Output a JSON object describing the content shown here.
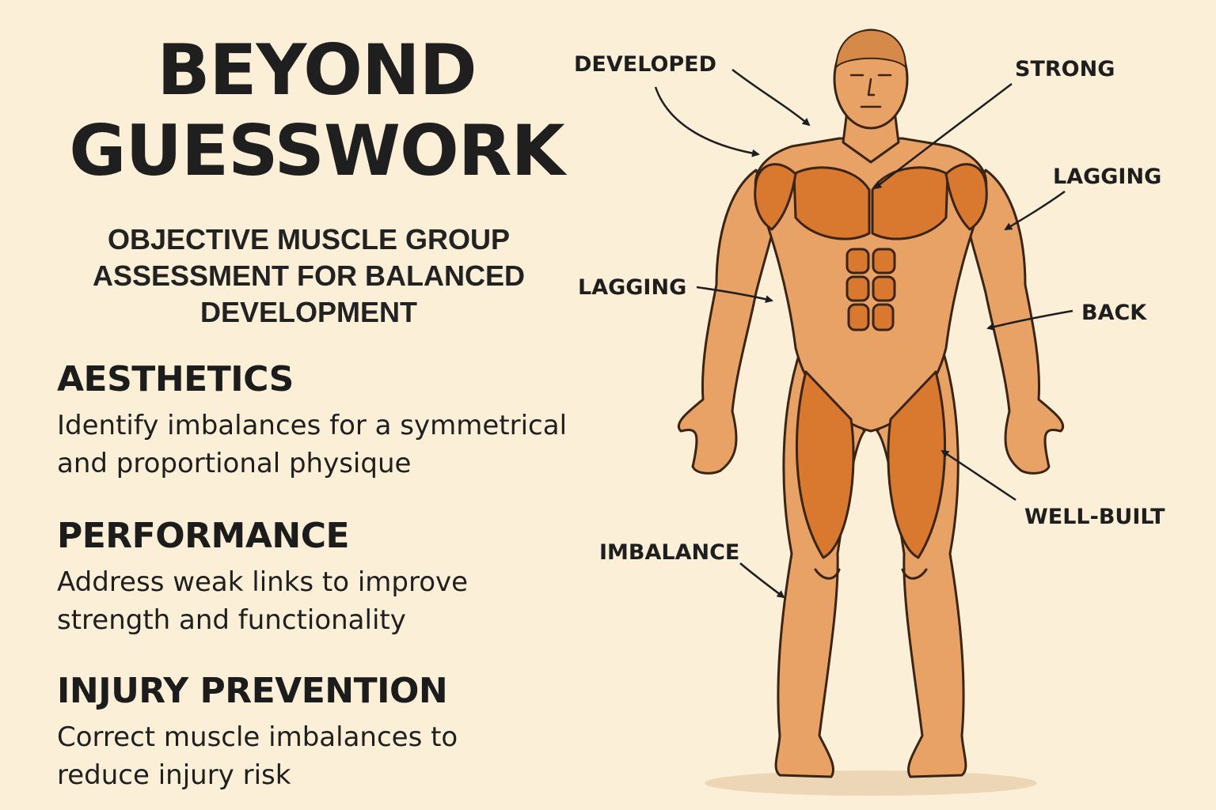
{
  "title": {
    "line1": "BEYOND",
    "line2": "GUESSWORK"
  },
  "subtitle": {
    "line1": "OBJECTIVE MUSCLE GROUP",
    "line2": "ASSESSMENT FOR BALANCED",
    "line3": "DEVELOPMENT"
  },
  "sections": [
    {
      "heading": "AESTHETICS",
      "line1": "Identify imbalances for a symmetrical",
      "line2": "and proportional physique"
    },
    {
      "heading": "PERFORMANCE",
      "line1": "Address weak links to improve",
      "line2": "strength and functionality"
    },
    {
      "heading": "INJURY PREVENTION",
      "line1": "Correct muscle imbalances to",
      "line2": "reduce injury risk"
    }
  ],
  "figure": {
    "labels": {
      "developed": "DEVELOPED",
      "strong": "STRONG",
      "lagging_right": "LAGGING",
      "lagging_left": "LAGGING",
      "back": "BACK",
      "well_built": "WELL-BUILT",
      "imbalance": "IMBALANCE"
    }
  },
  "colors": {
    "background": "#fcefd7",
    "skin": "#e9a266",
    "muscle": "#d9782f",
    "outline": "#3a2414",
    "text": "#1e1e1e"
  }
}
